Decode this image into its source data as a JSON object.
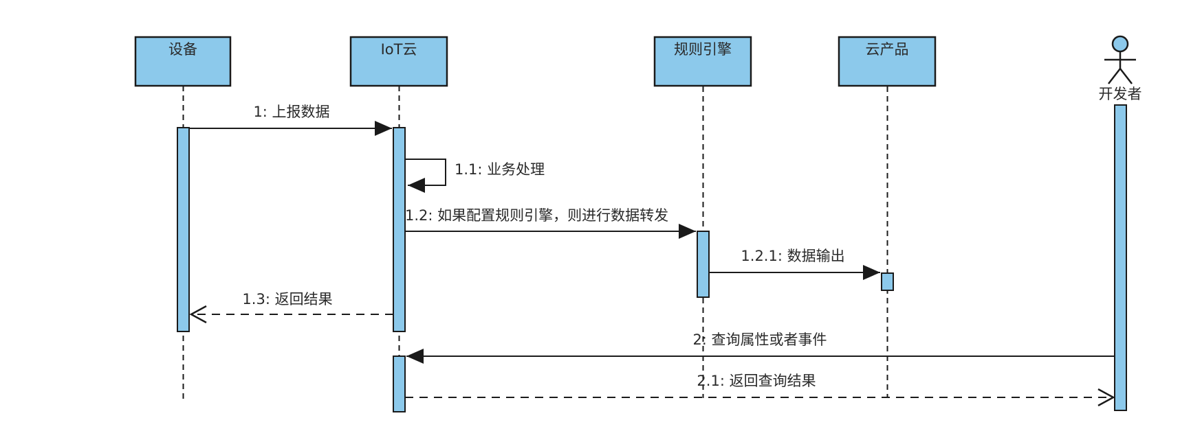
{
  "diagram": {
    "type": "uml-sequence-diagram",
    "background": "#ffffff",
    "colors": {
      "background": "#ffffff",
      "shape_fill": "#8CC9EB",
      "shape_stroke": "#1a1a1a",
      "line": "#1a1a1a",
      "text": "#2a2a2a"
    },
    "participants": [
      {
        "label": "设备",
        "kind": "object"
      },
      {
        "label": "IoT云",
        "kind": "object"
      },
      {
        "label": "规则引擎",
        "kind": "object"
      },
      {
        "label": "云产品",
        "kind": "object"
      },
      {
        "label": "开发者",
        "kind": "actor"
      }
    ],
    "messages": [
      {
        "label": "1: 上报数据",
        "from": "设备",
        "to": "IoT云",
        "kind": "sync"
      },
      {
        "label": "1.1: 业务处理",
        "from": "IoT云",
        "to": "IoT云",
        "kind": "self"
      },
      {
        "label": "1.2: 如果配置规则引擎，则进行数据转发",
        "from": "IoT云",
        "to": "规则引擎",
        "kind": "sync"
      },
      {
        "label": "1.2.1: 数据输出",
        "from": "规则引擎",
        "to": "云产品",
        "kind": "sync"
      },
      {
        "label": "1.3: 返回结果",
        "from": "IoT云",
        "to": "设备",
        "kind": "return"
      },
      {
        "label": "2: 查询属性或者事件",
        "from": "开发者",
        "to": "IoT云",
        "kind": "sync"
      },
      {
        "label": "2.1: 返回查询结果",
        "from": "IoT云",
        "to": "开发者",
        "kind": "return"
      }
    ]
  }
}
